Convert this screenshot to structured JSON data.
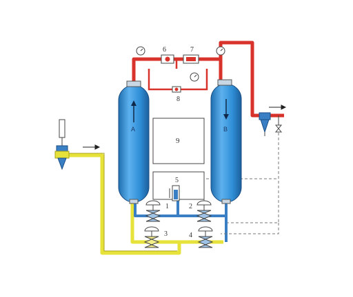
{
  "labels": {
    "tank_a": "A",
    "tank_b": "B",
    "valve_1": "1",
    "valve_2": "2",
    "valve_3": "3",
    "valve_4": "4",
    "gauge_5": "5",
    "item_6": "6",
    "item_7": "7",
    "item_8": "8",
    "box_9": "9"
  },
  "colors": {
    "tank": "#2f8fd8",
    "tank_dark": "#1f6fb0",
    "hot_pipe": "#d8332b",
    "cold_pipe": "#e7e23a",
    "blue_pipe": "#3a7fc4",
    "outline": "#444444",
    "dashed": "#777777"
  },
  "icons": [
    "gauge-icon",
    "flow-arrow-icon",
    "valve-icon",
    "filter-icon"
  ]
}
